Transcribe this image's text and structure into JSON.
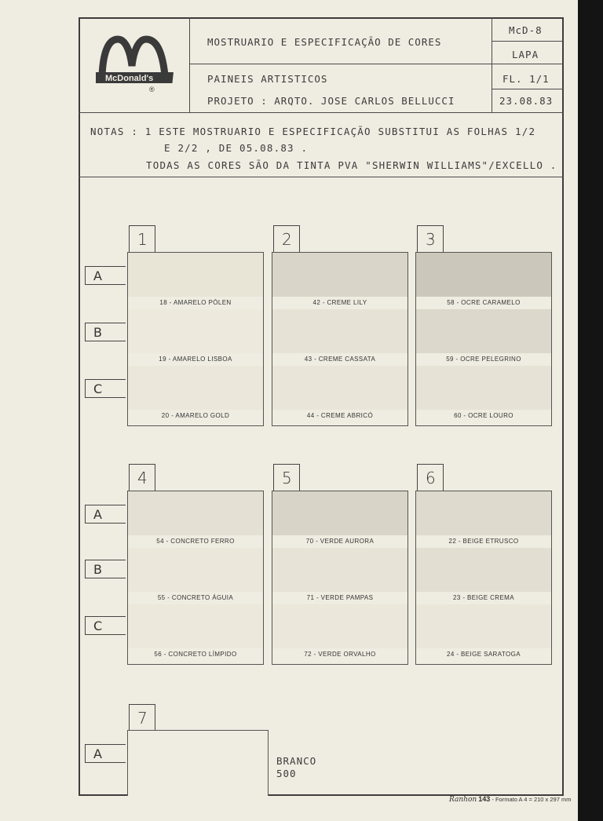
{
  "header": {
    "title": "MOSTRUARIO E ESPECIFICAÇÃO DE CORES",
    "subtitle": "PAINEIS ARTISTICOS",
    "project": "PROJETO : ARQTO. JOSE CARLOS BELLUCCI",
    "code": "McD-8",
    "location": "LAPA",
    "sheet": "FL. 1/1",
    "date": "23.08.83",
    "logo_text": "McDonald's"
  },
  "notes": {
    "line1": "NOTAS : 1  ESTE MOSTRUARIO E ESPECIFICAÇÃO SUBSTITUI AS FOLHAS 1/2",
    "line2": "E 2/2 , DE 05.08.83 .",
    "line3": "TODAS AS CORES SÃO DA TINTA PVA \"SHERWIN WILLIAMS\"/EXCELLO ."
  },
  "row_labels": [
    "A",
    "B",
    "C"
  ],
  "panels": [
    {
      "number": "1",
      "swatches": [
        {
          "label": "18  -  AMARELO PÓLEN",
          "color": "#e8e4d6"
        },
        {
          "label": "19  -  AMARELO LISBOA",
          "color": "#ede9dd"
        },
        {
          "label": "20  -  AMARELO GOLD",
          "color": "#ebe7da"
        }
      ]
    },
    {
      "number": "2",
      "swatches": [
        {
          "label": "42  -  CREME LILY",
          "color": "#d9d5c8"
        },
        {
          "label": "43  -  CREME CASSATA",
          "color": "#e6e2d5"
        },
        {
          "label": "44  -  CREME ABRICÓ",
          "color": "#e9e5d8"
        }
      ]
    },
    {
      "number": "3",
      "swatches": [
        {
          "label": "58  -  OCRE CARAMELO",
          "color": "#cbc7ba"
        },
        {
          "label": "59  -  OCRE PELEGRINO",
          "color": "#dcd8cb"
        },
        {
          "label": "60  -  OCRE LOURO",
          "color": "#e6e2d5"
        }
      ]
    },
    {
      "number": "4",
      "swatches": [
        {
          "label": "54  -  CONCRETO FERRO",
          "color": "#e4e0d3"
        },
        {
          "label": "55  -  CONCRETO ÁGUIA",
          "color": "#ebe7da"
        },
        {
          "label": "56  -  CONCRETO LÍMPIDO",
          "color": "#ece8db"
        }
      ]
    },
    {
      "number": "5",
      "swatches": [
        {
          "label": "70  -  VERDE AURORA",
          "color": "#d8d4c7"
        },
        {
          "label": "71  -  VERDE PAMPAS",
          "color": "#e7e3d6"
        },
        {
          "label": "72  -  VERDE ORVALHO",
          "color": "#ebe7da"
        }
      ]
    },
    {
      "number": "6",
      "swatches": [
        {
          "label": "22  -  BEIGE ETRUSCO",
          "color": "#dedacd"
        },
        {
          "label": "23  -  BEIGE CREMA",
          "color": "#e2ded1"
        },
        {
          "label": "24  -  BEIGE SARATOGA",
          "color": "#eae6d9"
        }
      ]
    }
  ],
  "panel7": {
    "number": "7",
    "row": "A",
    "color_name": "BRANCO",
    "color_code": "500",
    "color": "#efece1"
  },
  "footer": {
    "brand": "Ranhon",
    "num": "143",
    "format": "- Formato  A 4 = 210 x 297  mm"
  }
}
